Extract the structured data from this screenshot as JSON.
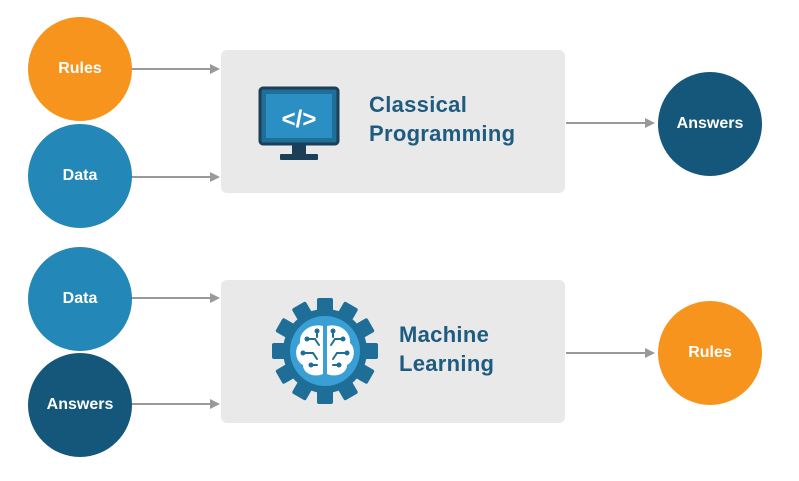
{
  "colors": {
    "orange": "#f7941d",
    "mid_blue": "#2387b8",
    "dark_blue": "#14577a",
    "box_bg": "#e9e9ea",
    "arrow": "#999999",
    "label_text": "#1e5b80"
  },
  "classical": {
    "inputs": [
      "Rules",
      "Data"
    ],
    "title_line1": "Classical",
    "title_line2": "Programming",
    "output": "Answers",
    "icon": "code-monitor-icon"
  },
  "ml": {
    "inputs": [
      "Data",
      "Answers"
    ],
    "title_line1": "Machine",
    "title_line2": "Learning",
    "output": "Rules",
    "icon": "brain-gear-icon"
  }
}
